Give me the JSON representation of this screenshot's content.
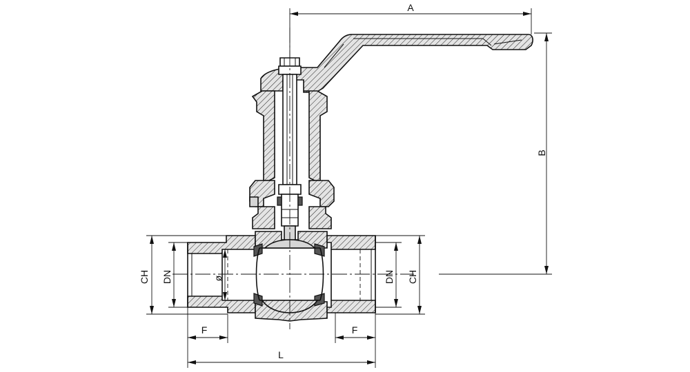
{
  "dimensions": {
    "A": "A",
    "B": "B",
    "CH_left": "CH",
    "DN_left": "DN",
    "diameter_symbol": "ø",
    "DN_right": "DN",
    "CH_right": "CH",
    "F_left": "F",
    "F_right": "F",
    "L": "L"
  }
}
